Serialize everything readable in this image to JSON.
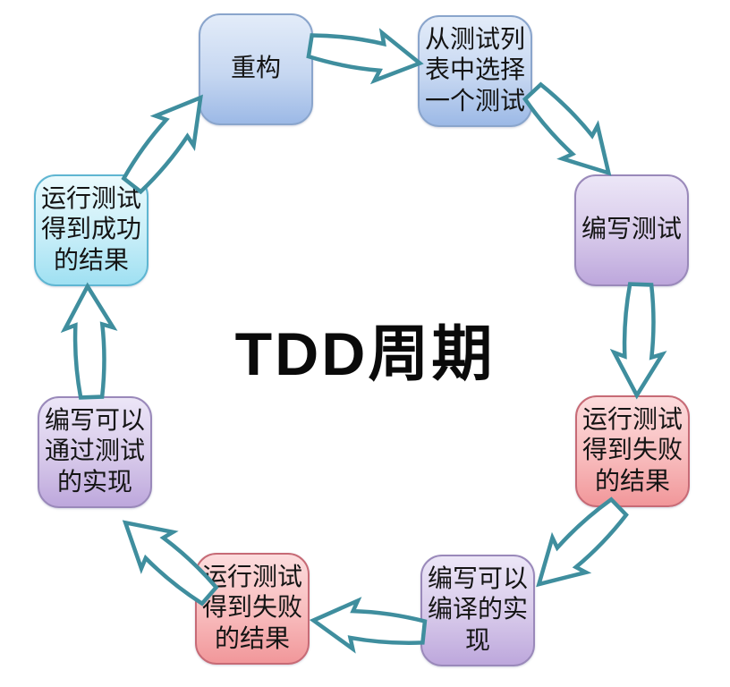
{
  "title": "TDD周期",
  "diagram_type": "cycle",
  "colors": {
    "node_blue_top": "#e3ecf9",
    "node_blue_bottom": "#9cb9e6",
    "node_purple_top": "#ece6f7",
    "node_purple_bottom": "#bda7dc",
    "node_red_top": "#fcdcdd",
    "node_red_bottom": "#f1979a",
    "node_cyan_top": "#eafafd",
    "node_cyan_bottom": "#9fe0f2",
    "arrow_stroke": "#3f8e9e",
    "arrow_fill": "#ffffff",
    "title_color": "#0a0a0a"
  },
  "nodes": [
    {
      "id": "refactor",
      "label": "重构",
      "color": "blue"
    },
    {
      "id": "pick-test",
      "label": "从测试列\n表中选择\n一个测试",
      "color": "blue"
    },
    {
      "id": "write-test",
      "label": "编写测试",
      "color": "purple"
    },
    {
      "id": "run-test-fail-1",
      "label": "运行测试\n得到失败\n的结果",
      "color": "red"
    },
    {
      "id": "write-compile",
      "label": "编写可以\n编译的实\n现",
      "color": "purple"
    },
    {
      "id": "run-test-fail-2",
      "label": "运行测试\n得到失败\n的结果",
      "color": "red"
    },
    {
      "id": "write-pass",
      "label": "编写可以\n通过测试\n的实现",
      "color": "purple"
    },
    {
      "id": "run-test-pass",
      "label": "运行测试\n得到成功\n的结果",
      "color": "cyan"
    }
  ],
  "arrows": [
    {
      "from": "refactor",
      "to": "pick-test"
    },
    {
      "from": "pick-test",
      "to": "write-test"
    },
    {
      "from": "write-test",
      "to": "run-test-fail-1"
    },
    {
      "from": "run-test-fail-1",
      "to": "write-compile"
    },
    {
      "from": "write-compile",
      "to": "run-test-fail-2"
    },
    {
      "from": "run-test-fail-2",
      "to": "write-pass"
    },
    {
      "from": "write-pass",
      "to": "run-test-pass"
    },
    {
      "from": "run-test-pass",
      "to": "refactor"
    }
  ]
}
